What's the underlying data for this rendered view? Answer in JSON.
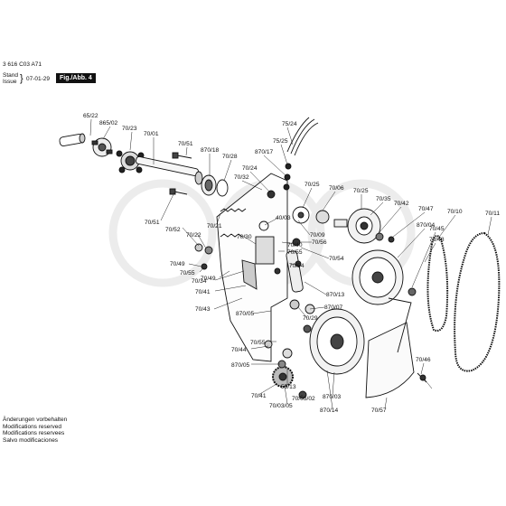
{
  "header": {
    "doc_number": "3 616 C03 A71",
    "stand_label": "Stand",
    "issue_label": "Issue",
    "date": "07-01-29",
    "figure_label": "Fig./Abb. 4"
  },
  "labels": [
    {
      "id": "65_22",
      "text": "65/22"
    },
    {
      "id": "865_02",
      "text": "865/02"
    },
    {
      "id": "70_23",
      "text": "70/23"
    },
    {
      "id": "70_01",
      "text": "70/01"
    },
    {
      "id": "70_51a",
      "text": "70/51"
    },
    {
      "id": "870_18",
      "text": "870/18"
    },
    {
      "id": "70_28",
      "text": "70/28"
    },
    {
      "id": "75_24",
      "text": "75/24"
    },
    {
      "id": "75_25",
      "text": "75/25"
    },
    {
      "id": "870_17",
      "text": "870/17"
    },
    {
      "id": "70_24",
      "text": "70/24"
    },
    {
      "id": "70_32",
      "text": "70/32"
    },
    {
      "id": "70_25a",
      "text": "70/25"
    },
    {
      "id": "70_06",
      "text": "70/06"
    },
    {
      "id": "70_25b",
      "text": "70/25"
    },
    {
      "id": "70_35",
      "text": "70/35"
    },
    {
      "id": "70_42",
      "text": "70/42"
    },
    {
      "id": "70_47",
      "text": "70/47"
    },
    {
      "id": "70_10",
      "text": "70/10"
    },
    {
      "id": "70_11",
      "text": "70/11"
    },
    {
      "id": "870_04",
      "text": "870/04"
    },
    {
      "id": "70_45",
      "text": "70/45"
    },
    {
      "id": "70_48",
      "text": "70/48"
    },
    {
      "id": "70_51b",
      "text": "70/51"
    },
    {
      "id": "70_52",
      "text": "70/52"
    },
    {
      "id": "70_21",
      "text": "70/21"
    },
    {
      "id": "70_22",
      "text": "70/22"
    },
    {
      "id": "40_03",
      "text": "40/03"
    },
    {
      "id": "70_09",
      "text": "70/09"
    },
    {
      "id": "70_56",
      "text": "70/56"
    },
    {
      "id": "70_30",
      "text": "70/30"
    },
    {
      "id": "70_40",
      "text": "70/40"
    },
    {
      "id": "70_55a",
      "text": "70/55"
    },
    {
      "id": "70_54a",
      "text": "70/54"
    },
    {
      "id": "70_54b",
      "text": "70/54"
    },
    {
      "id": "70_49a",
      "text": "70/49"
    },
    {
      "id": "70_55b",
      "text": "70/55"
    },
    {
      "id": "70_49b",
      "text": "70/49"
    },
    {
      "id": "870_13",
      "text": "870/13"
    },
    {
      "id": "70_34",
      "text": "70/34"
    },
    {
      "id": "70_41a",
      "text": "70/41"
    },
    {
      "id": "870_07",
      "text": "870/07"
    },
    {
      "id": "70_29",
      "text": "70/29"
    },
    {
      "id": "70_43",
      "text": "70/43"
    },
    {
      "id": "870_05a",
      "text": "870/05"
    },
    {
      "id": "70_55c",
      "text": "70/55"
    },
    {
      "id": "70_44",
      "text": "70/44"
    },
    {
      "id": "870_05b",
      "text": "870/05"
    },
    {
      "id": "55_13",
      "text": "55/13"
    },
    {
      "id": "70_41b",
      "text": "70/41"
    },
    {
      "id": "70_05_02",
      "text": "70/05/02"
    },
    {
      "id": "70_03_05",
      "text": "70/03/05"
    },
    {
      "id": "870_03",
      "text": "870/03"
    },
    {
      "id": "870_14",
      "text": "870/14"
    },
    {
      "id": "70_57",
      "text": "70/57"
    },
    {
      "id": "70_46",
      "text": "70/46"
    }
  ],
  "footer_notes": [
    "Änderungen vorbehalten",
    "Modifications reserved",
    "Modifications reservees",
    "Salvo modificaciones"
  ]
}
